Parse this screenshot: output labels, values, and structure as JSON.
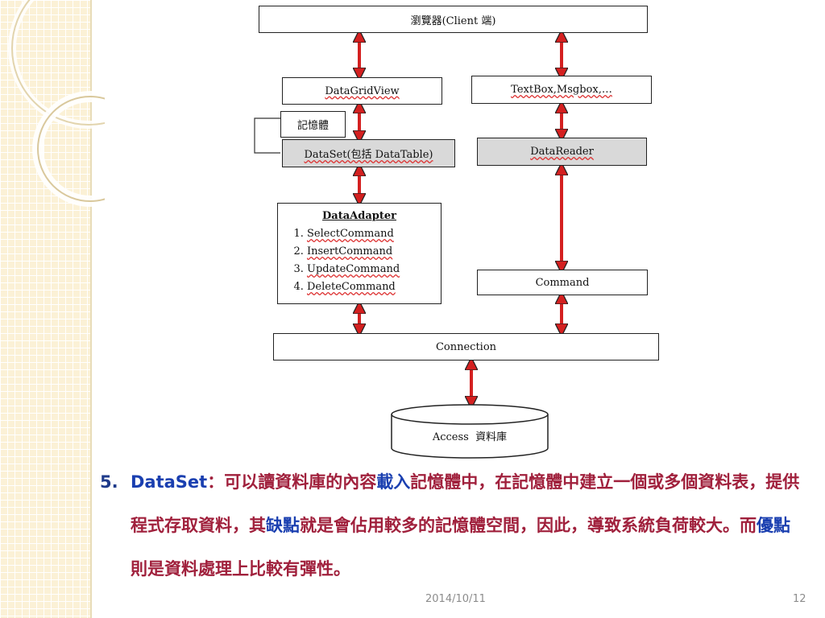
{
  "diagram": {
    "browser": "瀏覽器(Client 端)",
    "datagridview": "DataGridView",
    "textbox": "TextBox,Msgbox,…",
    "memory": "記憶體",
    "dataset": "DataSet(包括 DataTable)",
    "datareader": "DataReader",
    "adapter_title": "DataAdapter",
    "adapter_commands": [
      "SelectCommand",
      "InsertCommand",
      "UpdateCommand",
      "DeleteCommand"
    ],
    "command": "Command",
    "connection": "Connection",
    "database": "Access  資料庫"
  },
  "caption": {
    "number": "5.",
    "seg1": "DataSet",
    "seg2": "：可以讀資料庫的內容",
    "seg3": "載入",
    "seg4": "記憶體中，在記憶體中建立一個或多個資料表，提供程式存取資料，其",
    "seg5": "缺點",
    "seg6": "就是會佔用較多的記憶體空間，因此，導致系統負荷較大。而",
    "seg7": "優點",
    "seg8": "則是資料處理上比較有彈性。"
  },
  "footer": {
    "date": "2014/10/11",
    "page": "12"
  },
  "colors": {
    "arrow": "#d42020",
    "caption_text": "#a0203c",
    "caption_highlight": "#1a3fb0",
    "shaded_box": "#d9d9d9"
  }
}
